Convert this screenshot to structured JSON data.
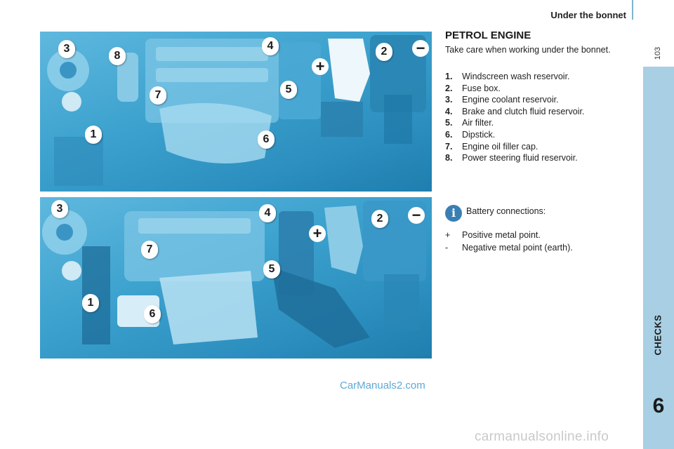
{
  "header": {
    "title": "Under the bonnet",
    "page_number": "103"
  },
  "side_tab": {
    "label": "CHECKS",
    "chapter": "6"
  },
  "section": {
    "heading": "PETROL ENGINE",
    "intro": "Take care when working under the bonnet.",
    "legend": [
      {
        "num": "1.",
        "text": "Windscreen wash reservoir."
      },
      {
        "num": "2.",
        "text": "Fuse box."
      },
      {
        "num": "3.",
        "text": "Engine coolant reservoir."
      },
      {
        "num": "4.",
        "text": "Brake and clutch fluid reservoir."
      },
      {
        "num": "5.",
        "text": "Air filter."
      },
      {
        "num": "6.",
        "text": "Dipstick."
      },
      {
        "num": "7.",
        "text": "Engine oil filler cap."
      },
      {
        "num": "8.",
        "text": "Power steering fluid reservoir."
      }
    ]
  },
  "info": {
    "icon": "i",
    "text": "Battery connections:",
    "items": [
      {
        "symbol": "+",
        "text": "Positive metal point."
      },
      {
        "symbol": "-",
        "text": "Negative metal point (earth)."
      }
    ]
  },
  "illustration_1": {
    "callouts": [
      "3",
      "8",
      "4",
      "2",
      "7",
      "5",
      "1",
      "6"
    ],
    "signs": [
      "+",
      "−"
    ]
  },
  "illustration_2": {
    "callouts": [
      "3",
      "4",
      "2",
      "7",
      "5",
      "1",
      "6"
    ],
    "signs": [
      "+",
      "−"
    ]
  },
  "watermark": "CarManuals2.com",
  "footer_watermark": "carmanualsonline.info",
  "colors": {
    "accent": "#a8cfe3",
    "illustration_blue": "#3ea3cf",
    "info_icon": "#3a7fb4"
  }
}
